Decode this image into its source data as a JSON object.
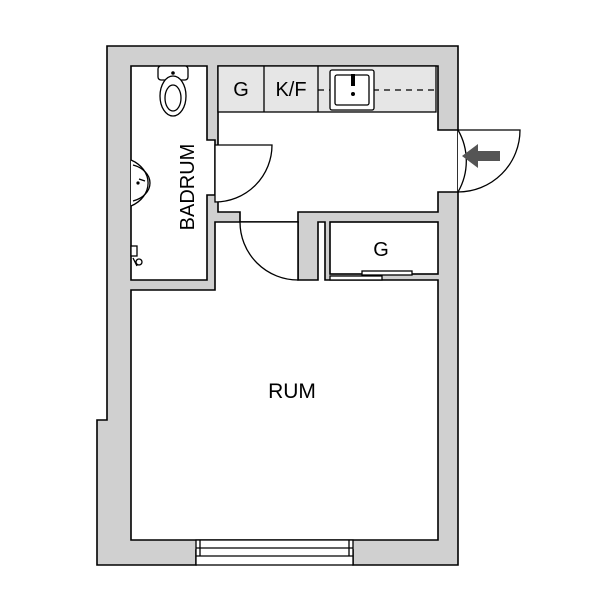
{
  "rooms": {
    "badrum": "BADRUM",
    "kitchen_storage": "G",
    "kitchen": "K/F",
    "closet": "G",
    "rum": "RUM"
  },
  "colors": {
    "wall": "#d0d0d0",
    "line": "#000000",
    "counter": "#e6e6e6",
    "arrow": "#555555"
  },
  "icons": [
    "entrance-arrow-icon",
    "toilet-icon",
    "washbasin-icon",
    "shower-icon",
    "sink-icon"
  ]
}
